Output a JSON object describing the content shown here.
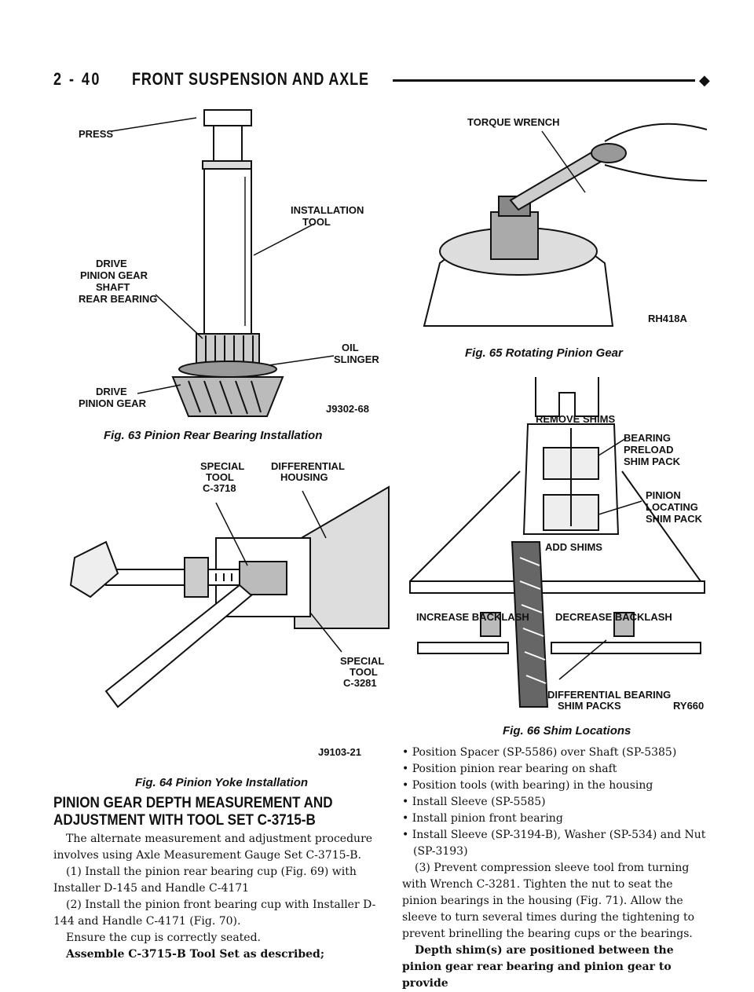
{
  "header": {
    "page_number": "2 - 40",
    "title": "FRONT SUSPENSION AND AXLE",
    "marker": "◆"
  },
  "figures": {
    "fig63": {
      "caption": "Fig. 63 Pinion Rear Bearing Installation",
      "labels": {
        "press": "PRESS",
        "installation_tool": [
          "INSTALLATION",
          "TOOL"
        ],
        "drive_pinion_gear_shaft": [
          "DRIVE",
          "PINION GEAR",
          "SHAFT",
          "REAR BEARING"
        ],
        "oil_slinger": [
          "OIL",
          "SLINGER"
        ],
        "drive_pinion_gear": [
          "DRIVE",
          "PINION GEAR"
        ],
        "code": "J9302-68"
      }
    },
    "fig64": {
      "caption": "Fig. 64 Pinion Yoke Installation",
      "labels": {
        "special_tool_c3718": [
          "SPECIAL",
          "TOOL",
          "C-3718"
        ],
        "differential_housing": [
          "DIFFERENTIAL",
          "HOUSING"
        ],
        "special_tool_c3281": [
          "SPECIAL",
          "TOOL",
          "C-3281"
        ],
        "code": "J9103-21"
      }
    },
    "fig65": {
      "caption": "Fig. 65 Rotating Pinion Gear",
      "labels": {
        "torque_wrench": "TORQUE WRENCH",
        "code": "RH418A"
      }
    },
    "fig66": {
      "caption": "Fig. 66 Shim Locations",
      "labels": {
        "remove_shims": "REMOVE SHIMS",
        "bearing_preload": [
          "BEARING",
          "PRELOAD",
          "SHIM PACK"
        ],
        "pinion_locating": [
          "PINION",
          "LOCATING",
          "SHIM PACK"
        ],
        "add_shims": "ADD SHIMS",
        "increase_backlash": "INCREASE BACKLASH",
        "decrease_backlash": "DECREASE BACKLASH",
        "differential_bearing": [
          "DIFFERENTIAL BEARING",
          "SHIM PACKS"
        ],
        "code": "RY660"
      }
    }
  },
  "section_heading": [
    "PINION GEAR DEPTH MEASUREMENT AND",
    "ADJUSTMENT WITH TOOL SET C-3715-B"
  ],
  "left_column": [
    "The alternate measurement and adjustment procedure involves using Axle Measurement Gauge Set C-3715-B.",
    "(1) Install the pinion rear bearing cup (Fig. 69) with Installer D-145 and Handle C-4171",
    "(2) Install the pinion front bearing cup with Installer D-144 and Handle C-4171 (Fig. 70).",
    "Ensure the cup is correctly seated.",
    "Assemble C-3715-B Tool Set as described;"
  ],
  "right_column": {
    "bullets": [
      "• Position Spacer (SP-5586) over Shaft (SP-5385)",
      "• Position pinion rear bearing on shaft",
      "• Position tools (with bearing) in the housing",
      "• Install Sleeve (SP-5585)",
      "• Install pinion front bearing",
      "• Install Sleeve (SP-3194-B), Washer (SP-534) and Nut (SP-3193)"
    ],
    "step3": "(3) Prevent compression sleeve tool from turning with Wrench C-3281. Tighten the nut to seat the pinion bearings in the housing (Fig. 71). Allow the sleeve to turn several times during the tightening to prevent brinelling the bearing cups or the bearings.",
    "depth_note": "Depth shim(s) are positioned between the pinion gear rear bearing and pinion gear to provide"
  }
}
